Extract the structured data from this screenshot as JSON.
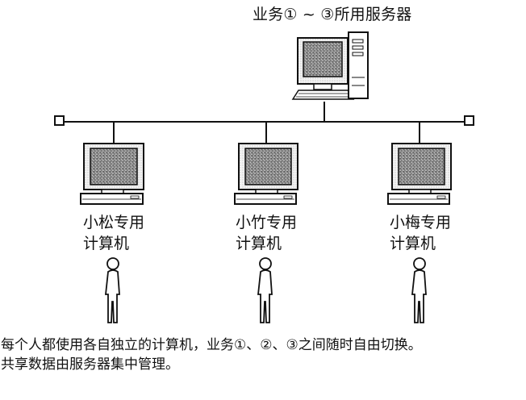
{
  "server": {
    "label": "业务① ~ ③所用服务器",
    "icon": "server-computer-icon"
  },
  "network": {
    "icon": "network-bus-line"
  },
  "workstations": [
    {
      "line1": "小松专用",
      "line2": "计算机",
      "icon": "desktop-computer-icon",
      "user_icon": "person-icon"
    },
    {
      "line1": "小竹专用",
      "line2": "计算机",
      "icon": "desktop-computer-icon",
      "user_icon": "person-icon"
    },
    {
      "line1": "小梅专用",
      "line2": "计算机",
      "icon": "desktop-computer-icon",
      "user_icon": "person-icon"
    }
  ],
  "caption": {
    "line1": "每个人都使用各自独立的计算机，业务①、②、③之间随时自由切换。",
    "line2": "共享数据由服务器集中管理。"
  }
}
